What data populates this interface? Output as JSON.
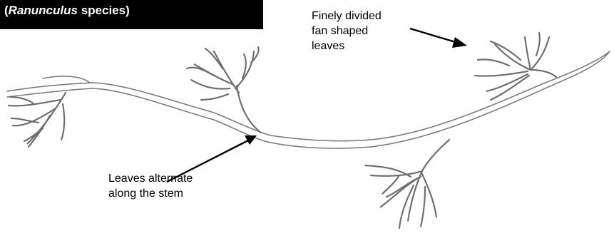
{
  "title": {
    "prefix": "(",
    "genus": "Ranunculus",
    "suffix": " species)"
  },
  "labels": {
    "fan_leaves": [
      "Finely divided",
      "fan shaped",
      "leaves"
    ],
    "alternate": [
      "Leaves alternate",
      "along the stem"
    ]
  },
  "colors": {
    "title_background": "#000000",
    "title_text": "#ffffff",
    "drawing_stroke": "#6e6e6e"
  }
}
